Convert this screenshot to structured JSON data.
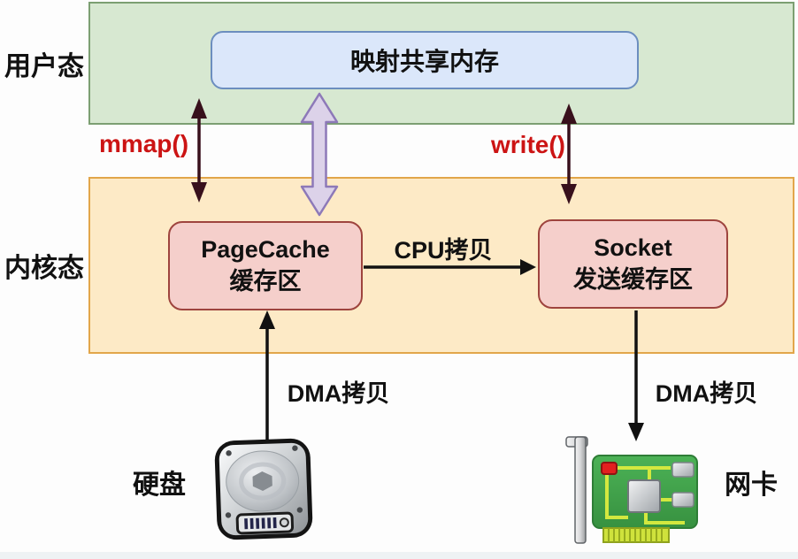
{
  "bands": {
    "user": {
      "label": "用户态"
    },
    "kernel": {
      "label": "内核态"
    }
  },
  "nodes": {
    "shared_memory": {
      "label": "映射共享内存"
    },
    "pagecache": {
      "line1": "PageCache",
      "line2": "缓存区"
    },
    "socket": {
      "line1": "Socket",
      "line2": "发送缓存区"
    }
  },
  "arrows": {
    "mmap": {
      "label": "mmap()"
    },
    "write": {
      "label": "write()"
    },
    "cpu_copy": {
      "label": "CPU拷贝"
    },
    "dma_disk": {
      "label": "DMA拷贝"
    },
    "dma_nic": {
      "label": "DMA拷贝"
    }
  },
  "devices": {
    "disk": {
      "label": "硬盘",
      "icon": "hard-disk-icon"
    },
    "nic": {
      "label": "网卡",
      "icon": "network-card-icon"
    }
  },
  "colors": {
    "band-user-fill": "#d7e8d1",
    "band-user-border": "#7c9f72",
    "band-kernel-fill": "#fdeac6",
    "band-kernel-border": "#e2a64a",
    "node-memory-fill": "#dbe7fa",
    "node-memory-border": "#6c8ebf",
    "node-buffer-fill": "#f5cfcb",
    "node-buffer-border": "#9e443e",
    "syscall-text": "#cc1414",
    "syscall-arrow": "#38101c",
    "copy-arrow": "#111111",
    "map-arrow-fill": "#dcd2e9",
    "map-arrow-border": "#8d79b8",
    "text-main": "#111111"
  }
}
